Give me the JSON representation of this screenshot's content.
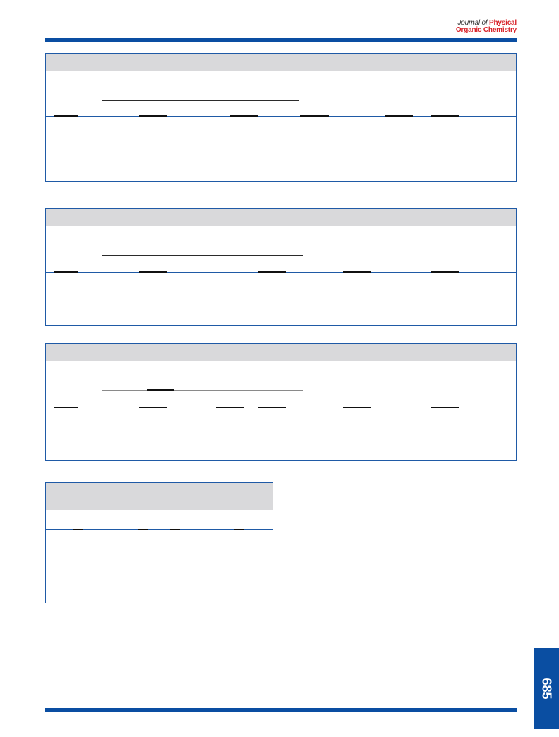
{
  "header": {
    "journal_line1_prefix": "Journal of",
    "journal_line1_emph": "Physical",
    "journal_line2": "Organic Chemistry"
  },
  "footer": {
    "page_number": "685"
  },
  "colors": {
    "accent_blue": "#0a4ea2",
    "brand_red": "#d8232a",
    "table_header_gray": "#d9d9db"
  }
}
